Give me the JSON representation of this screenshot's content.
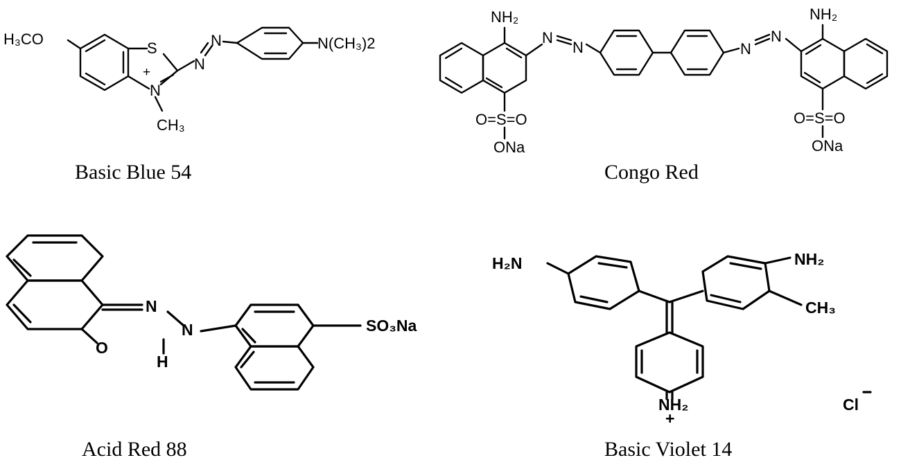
{
  "molecules": [
    {
      "caption": "Basic Blue 54",
      "atoms": {
        "h3co": "H₃CO",
        "s": "S",
        "n_plus": "N",
        "plus": "+",
        "ch3": "CH₃",
        "azo_n1": "N",
        "azo_n2": "N",
        "nme2": "N(CH₃)2"
      }
    },
    {
      "caption": "Congo Red",
      "atoms": {
        "nh2_left": "NH₂",
        "nh2_right": "NH₂",
        "azo_left_n1": "N",
        "azo_left_n2": "N",
        "azo_right_n1": "N",
        "azo_right_n2": "N",
        "so3_left": "O=S=O",
        "ona_left": "ONa",
        "so3_right": "O=S=O",
        "ona_right": "ONa"
      }
    },
    {
      "caption": "Acid Red 88",
      "atoms": {
        "o": "O",
        "n1": "N",
        "n2": "N",
        "h": "H",
        "so3na": "SO₃Na"
      }
    },
    {
      "caption": "Basic Violet 14",
      "atoms": {
        "h2n": "H₂N",
        "nh2_right": "NH₂",
        "ch3": "CH₃",
        "nh2_bottom": "NH₂",
        "plus": "+",
        "cl": "Cl"
      }
    }
  ]
}
